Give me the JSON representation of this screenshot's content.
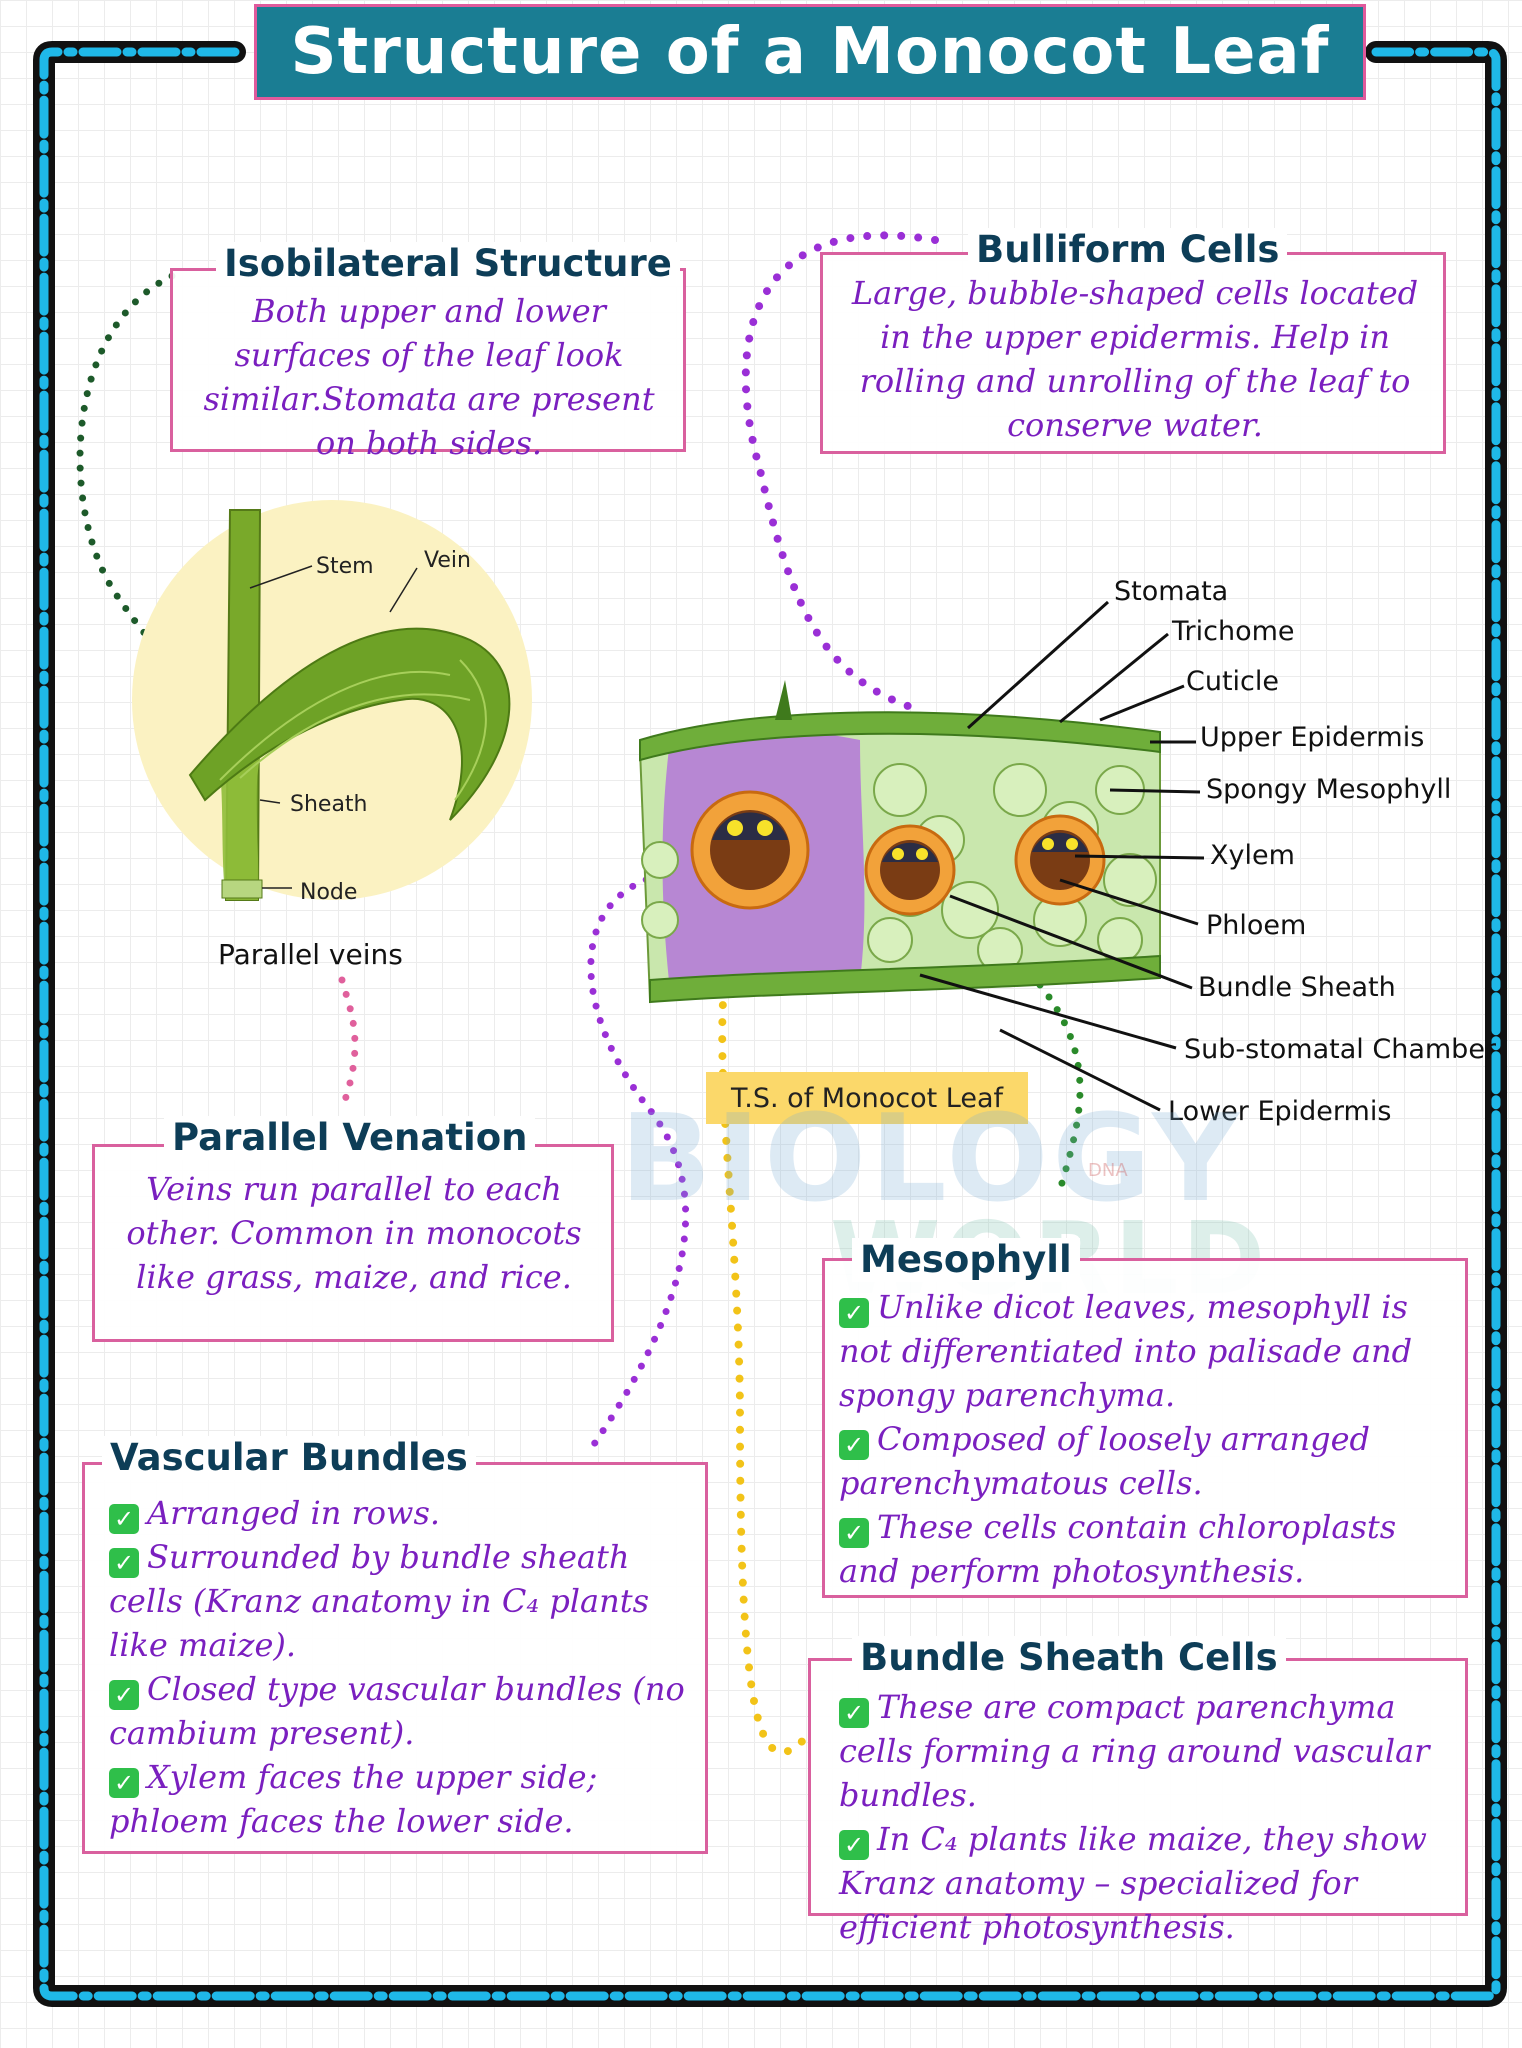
{
  "title": "Structure of a Monocot Leaf",
  "isobilateral": {
    "title": "Isobilateral Structure",
    "text": "Both upper and lower surfaces of the leaf look similar.Stomata are present on both sides."
  },
  "bulliform": {
    "title": "Bulliform Cells",
    "text": "Large, bubble-shaped cells located in the upper epidermis. Help in rolling and unrolling of the leaf to conserve water."
  },
  "leaf_figure": {
    "labels": {
      "stem": "Stem",
      "vein": "Vein",
      "sheath": "Sheath",
      "node": "Node"
    },
    "caption": "Parallel veins"
  },
  "ts_figure": {
    "labels": {
      "stomata": "Stomata",
      "trichome": "Trichome",
      "cuticle": "Cuticle",
      "upper_epidermis": "Upper Epidermis",
      "spongy_mesophyll": "Spongy Mesophyll",
      "xylem": "Xylem",
      "phloem": "Phloem",
      "bundle_sheath": "Bundle Sheath",
      "substomatal": "Sub-stomatal Chamber",
      "lower_epidermis": "Lower Epidermis"
    },
    "caption": "T.S. of Monocot Leaf"
  },
  "parallel_venation": {
    "title": "Parallel Venation",
    "text": "Veins run parallel to each other. Common in monocots like grass, maize, and rice."
  },
  "mesophyll": {
    "title": "Mesophyll",
    "items": [
      "Unlike dicot leaves, mesophyll is not differentiated into palisade and spongy parenchyma.",
      "Composed of loosely arranged parenchymatous cells.",
      "These cells contain chloroplasts and perform photosynthesis."
    ]
  },
  "vascular": {
    "title": "Vascular Bundles",
    "items": [
      "Arranged in rows.",
      "Surrounded by bundle sheath cells (Kranz anatomy in C₄ plants like maize).",
      "Closed type vascular bundles (no cambium present).",
      "Xylem faces the upper side; phloem faces the lower side."
    ]
  },
  "bundle_sheath_cells": {
    "title": "Bundle Sheath Cells",
    "items": [
      "These are compact parenchyma cells forming a ring around vascular bundles.",
      "In C₄ plants like maize, they show Kranz anatomy – specialized for efficient photosynthesis."
    ]
  },
  "watermark": {
    "line1": "BIOLOGY",
    "line2": "WORLD",
    "badge": "DNA"
  },
  "check_glyph": "✓",
  "colors": {
    "banner": "#1a7d93",
    "frame_black": "#111111",
    "frame_cyan": "#1fb8e8",
    "box_border": "#d9609e",
    "body_text": "#7a1fbf",
    "title_text": "#0d3d57",
    "check": "#2fbf4a",
    "caption_bg": "#fbd86a"
  }
}
